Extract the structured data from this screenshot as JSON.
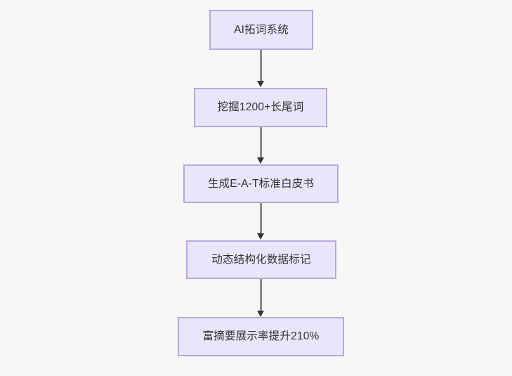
{
  "diagram": {
    "type": "flowchart",
    "direction": "top-to-bottom",
    "background_color": "#f7f7f8",
    "node_fill_color": "#e9e5fb",
    "node_border_color": "#b8a6e0",
    "node_text_color": "#333333",
    "connector_color": "#8a8a8a",
    "arrowhead_color": "#333333",
    "nodes": [
      {
        "id": "n1",
        "label": "AI拓词系统"
      },
      {
        "id": "n2",
        "label": "挖掘1200+长尾词"
      },
      {
        "id": "n3",
        "label": "生成E-A-T标准白皮书"
      },
      {
        "id": "n4",
        "label": "动态结构化数据标记"
      },
      {
        "id": "n5",
        "label": "富摘要展示率提升210%"
      }
    ],
    "edges": [
      {
        "from": "n1",
        "to": "n2",
        "label": ""
      },
      {
        "from": "n2",
        "to": "n3",
        "label": ""
      },
      {
        "from": "n3",
        "to": "n4",
        "label": ""
      },
      {
        "from": "n4",
        "to": "n5",
        "label": ""
      }
    ]
  }
}
